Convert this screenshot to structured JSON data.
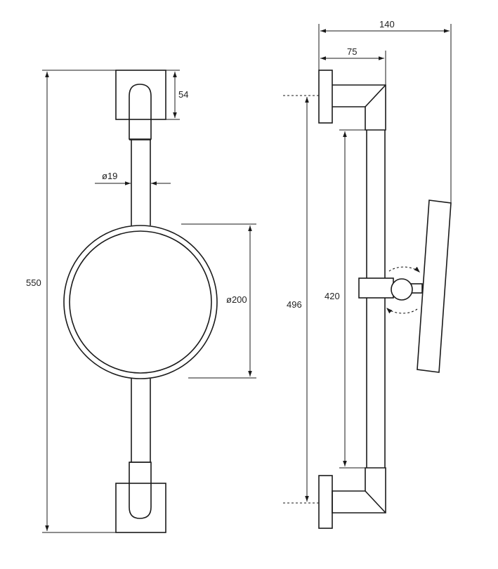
{
  "dimensions": {
    "front_height": "550",
    "bracket_height": "54",
    "rod_diameter": "ø19",
    "mirror_diameter": "ø200",
    "total_depth": "140",
    "bracket_depth": "75",
    "mount_spacing": "496",
    "rod_length": "420"
  },
  "colors": {
    "line": "#1a1a1a",
    "background": "#ffffff"
  }
}
